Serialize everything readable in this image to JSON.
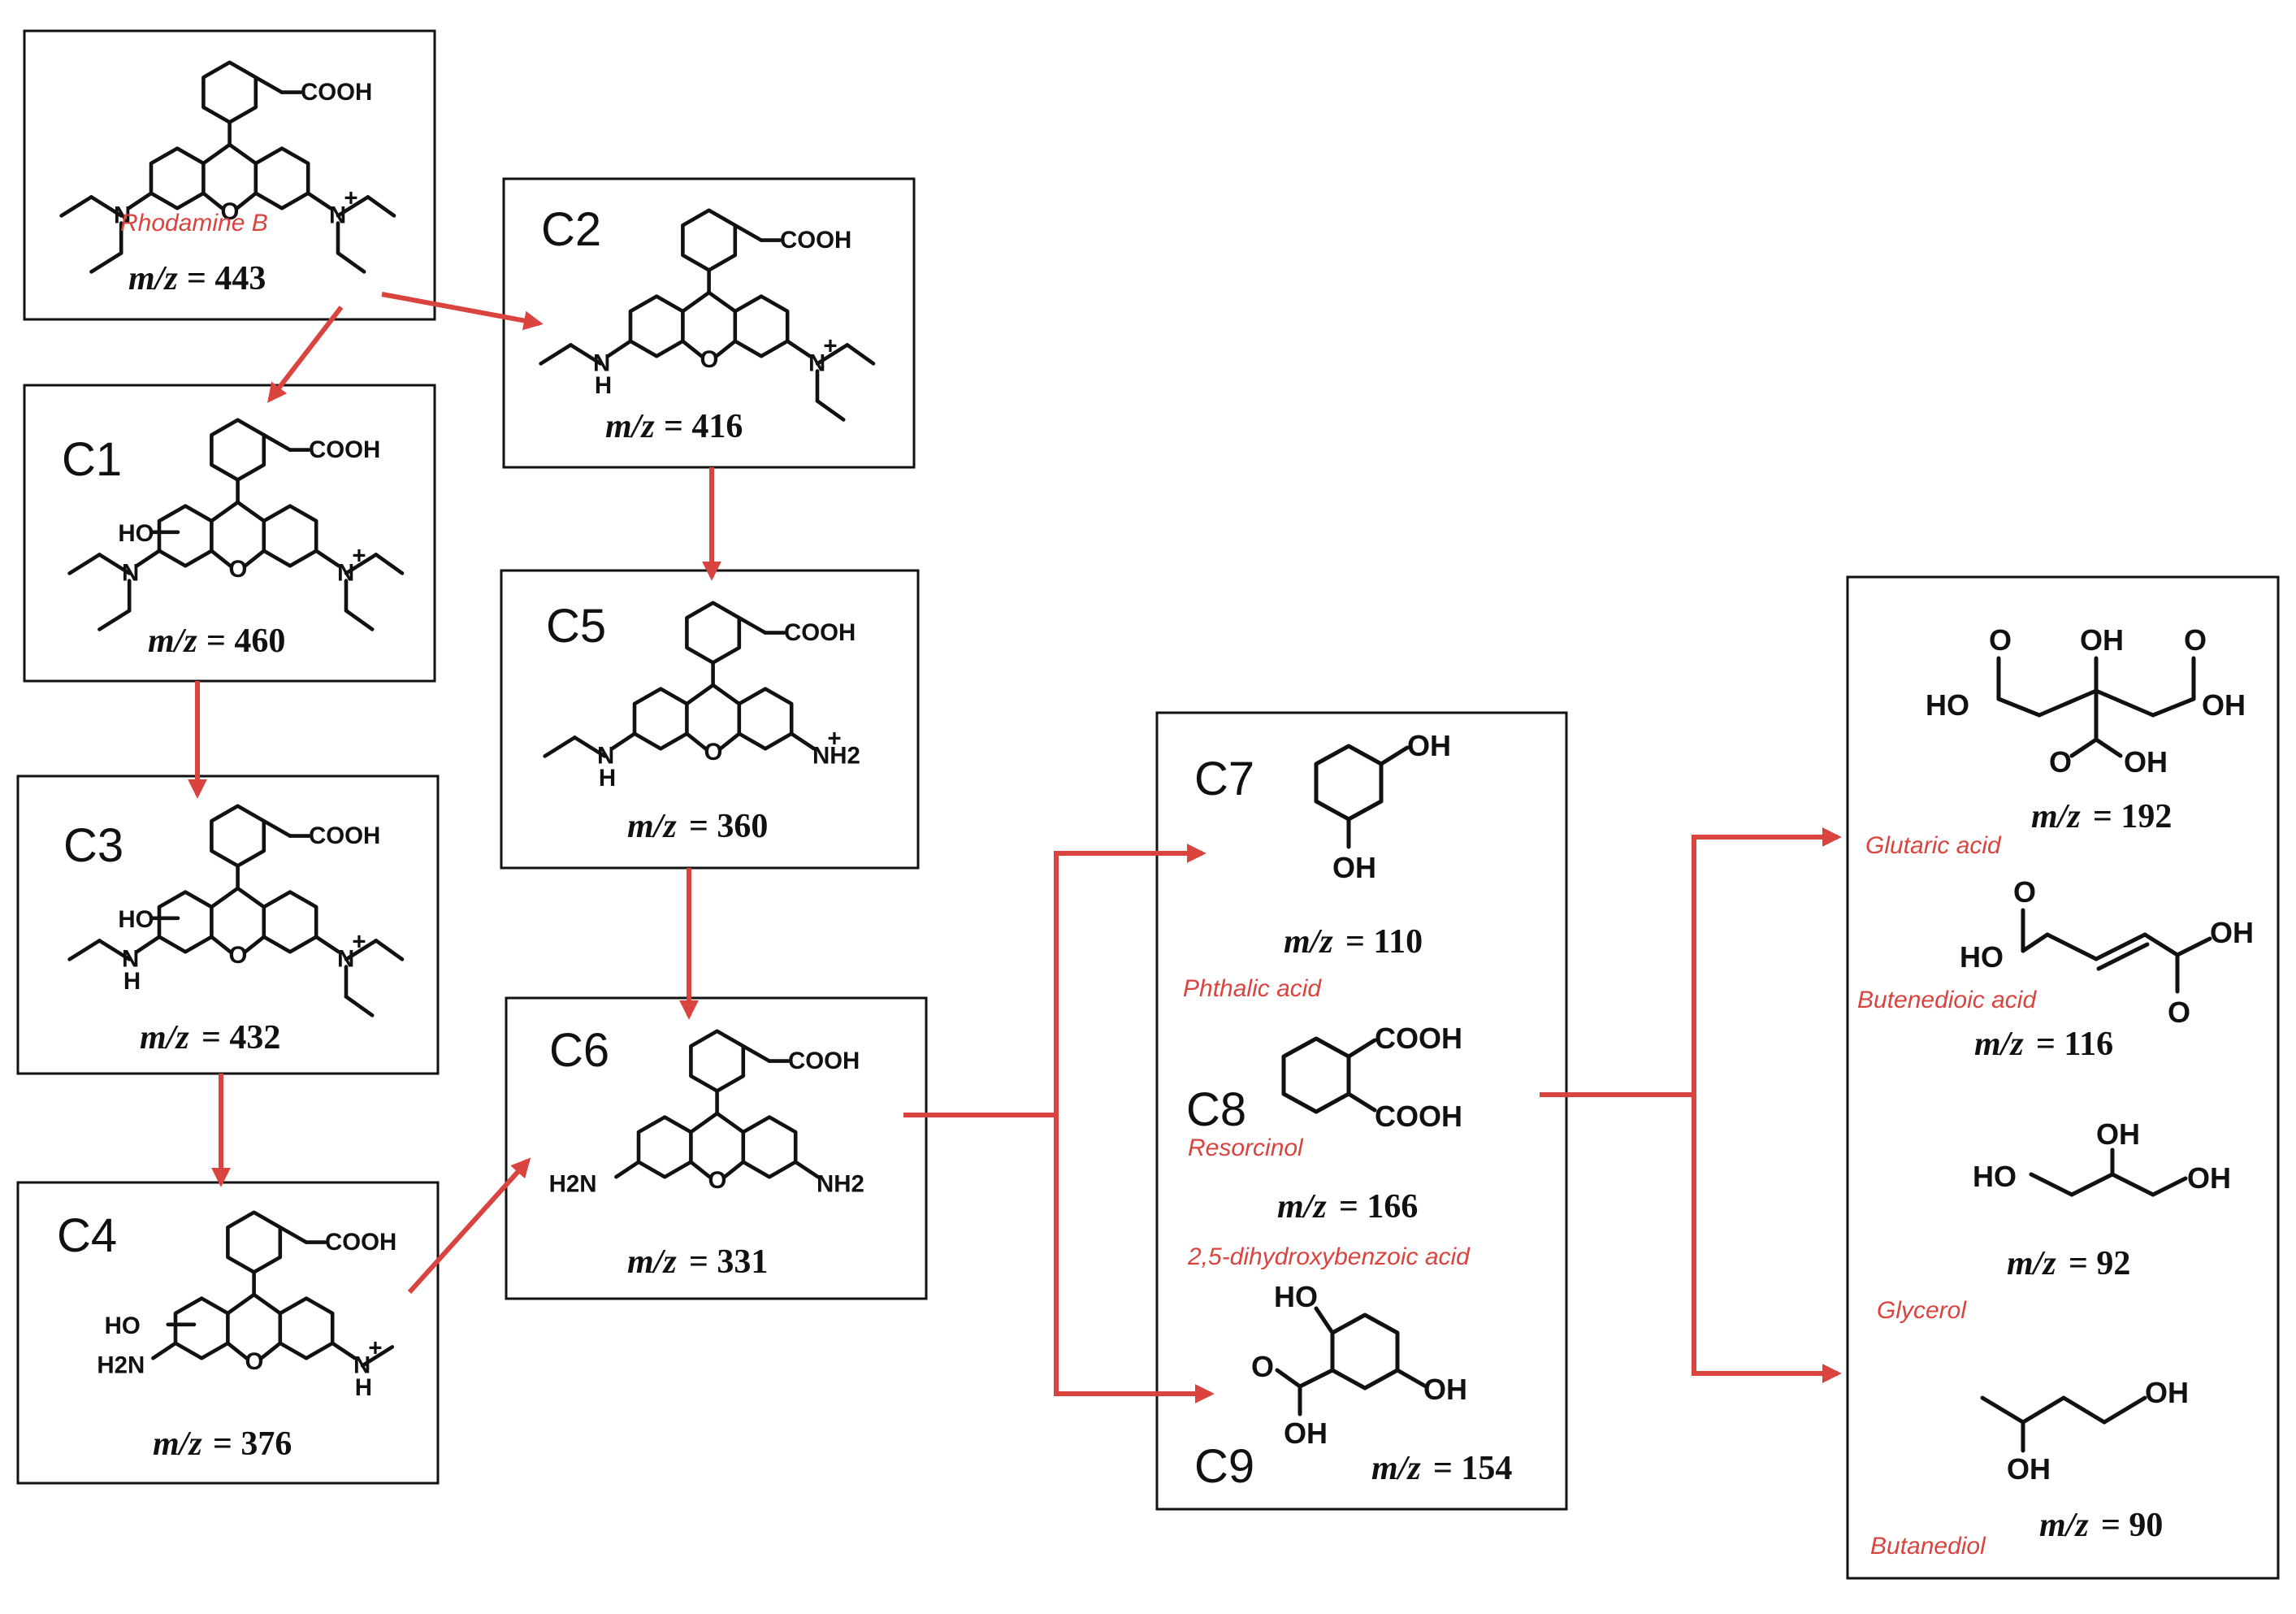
{
  "diagram": {
    "mz_prefix": "m/z",
    "nodes": [
      {
        "id": "RhB",
        "label": "",
        "name": "Rhodamine B",
        "mz": "= 443"
      },
      {
        "id": "C1",
        "label": "C1",
        "name": "",
        "mz": "= 460"
      },
      {
        "id": "C2",
        "label": "C2",
        "name": "",
        "mz": "= 416"
      },
      {
        "id": "C3",
        "label": "C3",
        "name": "",
        "mz": "= 432"
      },
      {
        "id": "C4",
        "label": "C4",
        "name": "",
        "mz": "= 376"
      },
      {
        "id": "C5",
        "label": "C5",
        "name": "",
        "mz": "= 360"
      },
      {
        "id": "C6",
        "label": "C6",
        "name": "",
        "mz": "= 331"
      },
      {
        "id": "C7",
        "label": "C7",
        "name": "Phthalic acid",
        "mz": "= 110"
      },
      {
        "id": "C8",
        "label": "C8",
        "name": "Resorcinol",
        "mz": "= 166"
      },
      {
        "id": "C9",
        "label": "C9",
        "name": "2,5-dihydroxybenzoic acid",
        "mz": "= 154"
      },
      {
        "id": "glutaric",
        "label": "",
        "name": "Glutaric acid",
        "mz": "= 192"
      },
      {
        "id": "butenedioic",
        "label": "",
        "name": "Butenedioic acid",
        "mz": "= 116"
      },
      {
        "id": "glycerol",
        "label": "",
        "name": "Glycerol",
        "mz": "= 92"
      },
      {
        "id": "butanediol",
        "label": "",
        "name": "Butanediol",
        "mz": "= 90"
      }
    ],
    "groups": {
      "cooh": "COOH",
      "oh": "OH",
      "ho": "HO",
      "o": "O",
      "n": "N",
      "h": "H",
      "nh2": "NH2",
      "h2n": "H2N",
      "plus": "+"
    },
    "colors": {
      "arrow": "#d9443f",
      "name": "#d9443f",
      "line": "#111111"
    }
  }
}
